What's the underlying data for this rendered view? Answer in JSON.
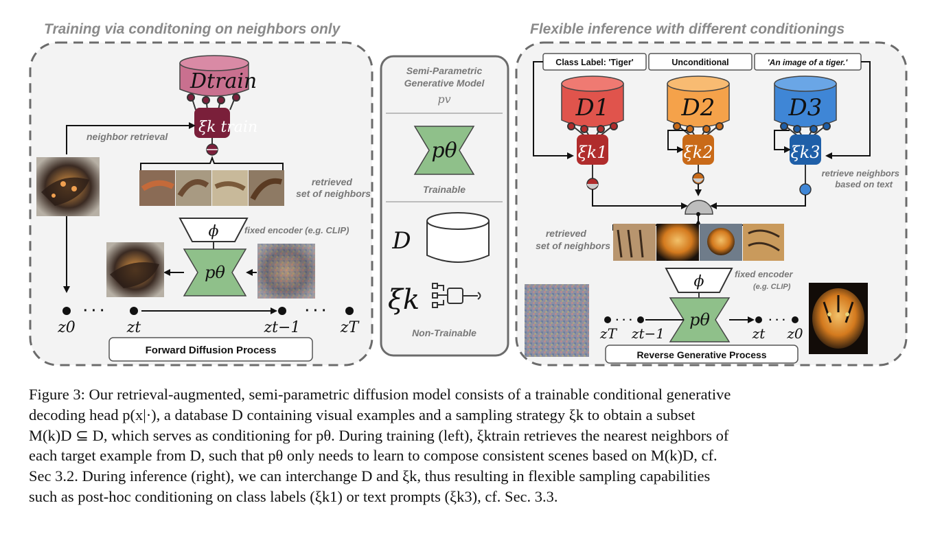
{
  "left_panel": {
    "title": "Training via conditoning on neighbors only",
    "database_label": "Dtrain",
    "sampler_label": "ξk train",
    "neighbor_retrieval": "neighbor retrieval",
    "retrieved_label_1": "retrieved",
    "retrieved_label_2": "set of neighbors",
    "encoder_symbol": "ϕ",
    "encoder_label": "fixed encoder (e.g. CLIP)",
    "model_symbol": "pθ",
    "z0": "z0",
    "zt": "zt",
    "zt1": "zt−1",
    "zT": "zT",
    "dots": "· · ·",
    "process_label": "Forward Diffusion Process"
  },
  "middle_panel": {
    "title_1": "Semi-Parametric",
    "title_2": "Generative Model",
    "pv": "pv",
    "model_symbol": "pθ",
    "trainable": "Trainable",
    "database_symbol": "D",
    "sampler_symbol": "ξk",
    "non_trainable": "Non-Trainable"
  },
  "right_panel": {
    "title": "Flexible inference with different conditionings",
    "cond_1": "Class Label: 'Tiger'",
    "cond_2": "Unconditional",
    "cond_3": "'An image of a tiger.'",
    "db_1": "D1",
    "db_2": "D2",
    "db_3": "D3",
    "s_1": "ξk1",
    "s_2": "ξk2",
    "s_3": "ξk3",
    "retrieve_text_1": "retrieve neighbors",
    "retrieve_text_2": "based on text",
    "retrieved_label_1": "retrieved",
    "retrieved_label_2": "set of neighbors",
    "encoder_symbol": "ϕ",
    "encoder_label_1": "fixed encoder",
    "encoder_label_2": "(e.g. CLIP)",
    "model_symbol": "pθ",
    "zT": "zT",
    "zt1": "zt−1",
    "zt": "zt",
    "z0": "z0",
    "dots": "· · ·",
    "process_label": "Reverse Generative Process"
  },
  "colors": {
    "train_db": "#c9708f",
    "train_sampler": "#7a1f3a",
    "db1": "#e0544c",
    "db2": "#f5a24a",
    "db3": "#3f86d6",
    "model_green": "#8fc08a",
    "border_dashed": "#6b6b6b"
  },
  "caption": {
    "p1": "Figure 3:  Our retrieval-augmented, semi-parametric diffusion model consists of a trainable conditional generative",
    "p2": "decoding head p(x|·), a database D containing visual examples and a sampling strategy ξk to obtain a subset",
    "p3": "M(k)D ⊆ D, which serves as conditioning for pθ. During training (left), ξktrain retrieves the nearest neighbors of",
    "p4": "each target example from D, such that pθ only needs to learn to compose consistent scenes based on M(k)D, cf.",
    "p5": "Sec 3.2. During inference (right), we can interchange D and ξk, thus resulting in flexible sampling capabilities",
    "p6": "such as post-hoc conditioning on class labels (ξk1) or text prompts (ξk3), cf. Sec. 3.3."
  }
}
